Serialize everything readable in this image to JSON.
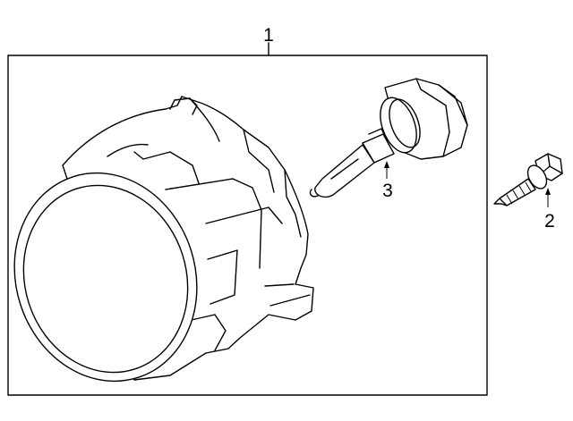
{
  "diagram": {
    "callouts": [
      {
        "id": "1",
        "label": "1"
      },
      {
        "id": "2",
        "label": "2"
      },
      {
        "id": "3",
        "label": "3"
      }
    ],
    "parts": [
      {
        "callout": "1",
        "icon": "fog-lamp-assembly-icon"
      },
      {
        "callout": "2",
        "icon": "mounting-screw-icon"
      },
      {
        "callout": "3",
        "icon": "lamp-bulb-icon"
      }
    ]
  }
}
